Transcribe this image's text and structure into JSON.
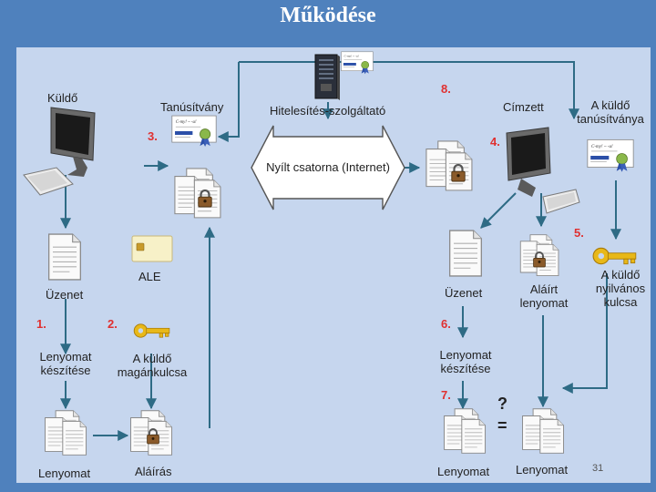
{
  "title": "Működése",
  "labels": {
    "sender": "Küldő",
    "certificate": "Tanúsítvány",
    "ca": "Hitelesítés-szolgáltató",
    "recipient": "Címzett",
    "sender_cert_line1": "A küldő",
    "sender_cert_line2": "tanúsítványa",
    "channel": "Nyílt csatorna (Internet)",
    "message_left": "Üzenet",
    "ale": "ALE",
    "message_right": "Üzenet",
    "signed_line1": "Aláírt",
    "signed_line2": "lenyomat",
    "pubkey_line1": "A küldő",
    "pubkey_line2": "nyilvános",
    "pubkey_line3": "kulcsa",
    "hash_make_left_1": "Lenyomat",
    "hash_make_left_2": "készítése",
    "privkey_line1": "A küldő",
    "privkey_line2": "magánkulcsa",
    "hash_make_right_1": "Lenyomat",
    "hash_make_right_2": "készítése",
    "hash_left": "Lenyomat",
    "signature": "Aláírás",
    "hash_right_a": "Lenyomat",
    "hash_right_b": "Lenyomat",
    "question": "?",
    "equals": "="
  },
  "steps": {
    "s1": "1.",
    "s2": "2.",
    "s3": "3.",
    "s4": "4.",
    "s5": "5.",
    "s6": "6.",
    "s7": "7.",
    "s8": "8."
  },
  "slide_number": "31",
  "colors": {
    "background": "#4f81bd",
    "panel": "#c6d6ee",
    "arrow": "#2e6b85",
    "step": "#e03030",
    "key": "#e8b818"
  },
  "icons": [
    "computer-icon",
    "server-icon",
    "certificate-icon",
    "document-icon",
    "lock-icon",
    "smartcard-icon",
    "key-icon"
  ]
}
